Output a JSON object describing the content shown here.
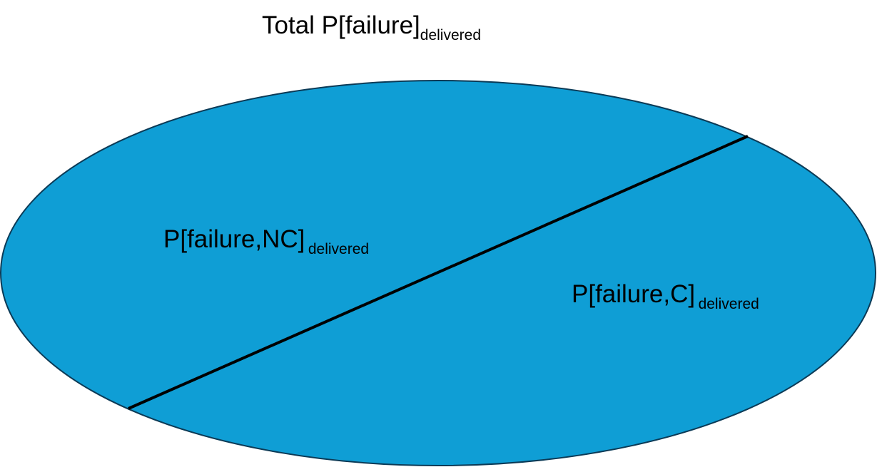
{
  "diagram": {
    "title": {
      "main": "Total P[failure]",
      "subscript": "delivered"
    },
    "regions": [
      {
        "main": "P[failure,NC]",
        "subscript": "delivered"
      },
      {
        "main": "P[failure,C]",
        "subscript": "delivered"
      }
    ],
    "colors": {
      "ellipse_fill": "#0f9ed5",
      "ellipse_stroke": "#0b3a56",
      "divider": "#000000",
      "text": "#000000"
    }
  }
}
